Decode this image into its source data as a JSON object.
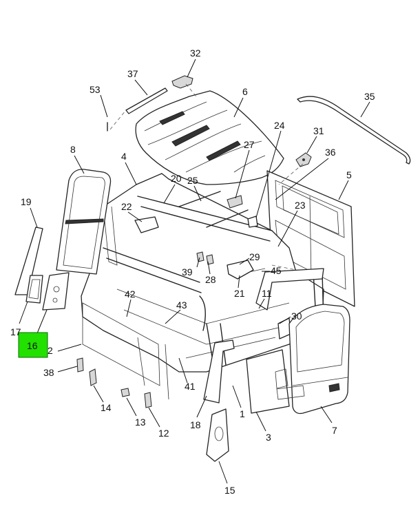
{
  "colors": {
    "highlight": "#22e000",
    "line": "#222222",
    "background": "#ffffff"
  },
  "highlighted_callout": "16",
  "callouts": [
    {
      "id": "c1",
      "label": "1"
    },
    {
      "id": "c2",
      "label": "2"
    },
    {
      "id": "c3",
      "label": "3"
    },
    {
      "id": "c4",
      "label": "4"
    },
    {
      "id": "c5",
      "label": "5"
    },
    {
      "id": "c6",
      "label": "6"
    },
    {
      "id": "c7",
      "label": "7"
    },
    {
      "id": "c8",
      "label": "8"
    },
    {
      "id": "c11",
      "label": "11"
    },
    {
      "id": "c12",
      "label": "12"
    },
    {
      "id": "c13",
      "label": "13"
    },
    {
      "id": "c14",
      "label": "14"
    },
    {
      "id": "c15",
      "label": "15"
    },
    {
      "id": "c16",
      "label": "16"
    },
    {
      "id": "c17",
      "label": "17"
    },
    {
      "id": "c18",
      "label": "18"
    },
    {
      "id": "c19",
      "label": "19"
    },
    {
      "id": "c20",
      "label": "20"
    },
    {
      "id": "c21",
      "label": "21"
    },
    {
      "id": "c22",
      "label": "22"
    },
    {
      "id": "c23",
      "label": "23"
    },
    {
      "id": "c24",
      "label": "24"
    },
    {
      "id": "c25",
      "label": "25"
    },
    {
      "id": "c27",
      "label": "27"
    },
    {
      "id": "c28",
      "label": "28"
    },
    {
      "id": "c29",
      "label": "29"
    },
    {
      "id": "c30",
      "label": "30"
    },
    {
      "id": "c31",
      "label": "31"
    },
    {
      "id": "c32",
      "label": "32"
    },
    {
      "id": "c35",
      "label": "35"
    },
    {
      "id": "c36",
      "label": "36"
    },
    {
      "id": "c37",
      "label": "37"
    },
    {
      "id": "c38",
      "label": "38"
    },
    {
      "id": "c39",
      "label": "39"
    },
    {
      "id": "c41",
      "label": "41"
    },
    {
      "id": "c42",
      "label": "42"
    },
    {
      "id": "c43",
      "label": "43"
    },
    {
      "id": "c45",
      "label": "45"
    },
    {
      "id": "c53",
      "label": "53"
    }
  ]
}
